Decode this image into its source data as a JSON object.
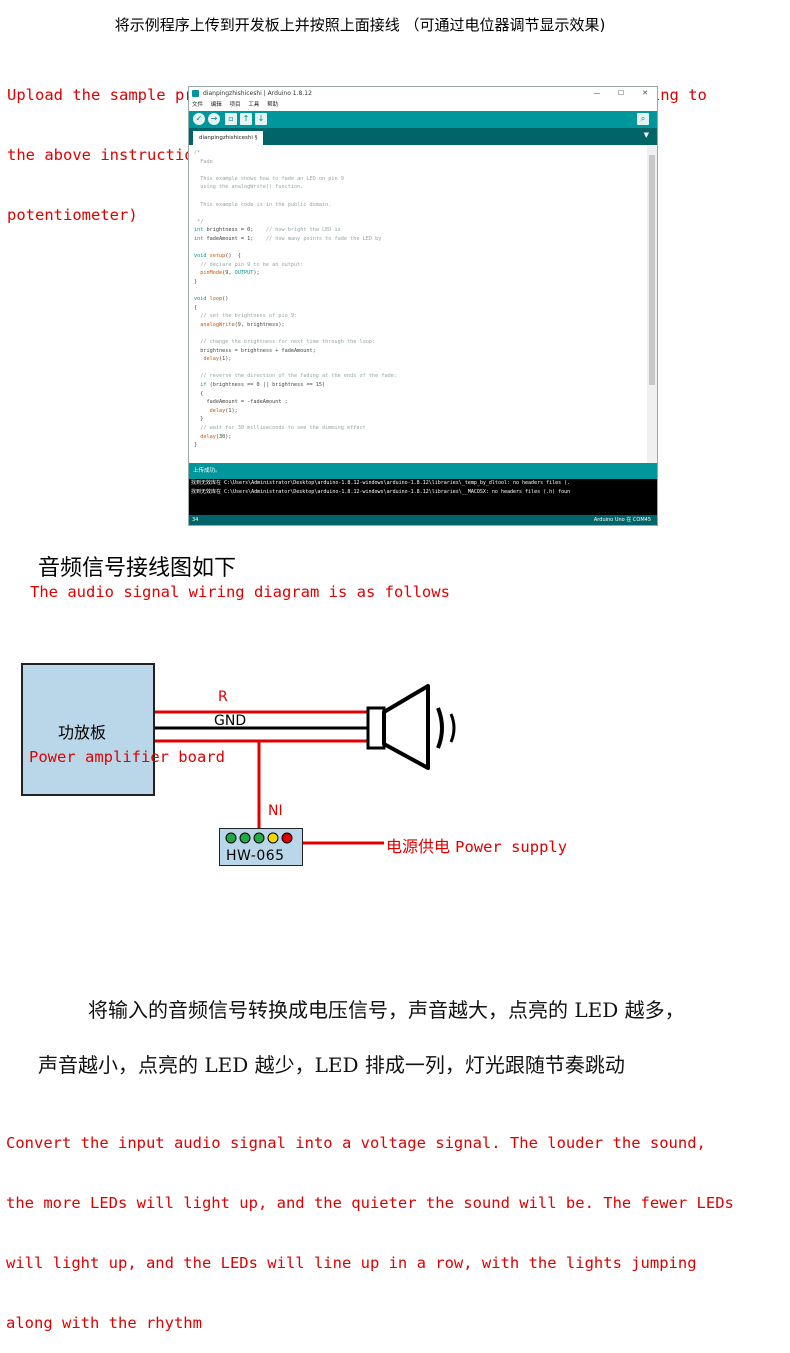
{
  "header": {
    "title_cn": "将示例程序上传到开发板上并按照上面接线 （可通过电位器调节显示效果)",
    "upload_en_lines": [
      "Upload the sample program to the development board and wire it according to",
      "the above instructions (the display effect can be adjusted through a",
      "potentiometer)"
    ]
  },
  "ide": {
    "window_title": "dianpingzhishiceshi | Arduino 1.8.12",
    "window_controls": [
      "—",
      "☐",
      "✕"
    ],
    "menu": [
      "文件",
      "编辑",
      "项目",
      "工具",
      "帮助"
    ],
    "toolbar": {
      "verify_icon": "check-icon",
      "upload_icon": "arrow-right-icon",
      "new_icon": "new-file-icon",
      "open_icon": "arrow-up-icon",
      "save_icon": "arrow-down-icon",
      "serial_icon": "magnifier-icon"
    },
    "tab_label": "dianpingzhishiceshi §",
    "code_lines": [
      [
        {
          "c": "cm",
          "t": "/*"
        }
      ],
      [
        {
          "c": "cm",
          "t": "  Fade"
        }
      ],
      [
        {
          "c": "cm",
          "t": ""
        }
      ],
      [
        {
          "c": "cm",
          "t": "  This example shows how to fade an LED on pin 9"
        }
      ],
      [
        {
          "c": "cm",
          "t": "  using the analogWrite() function."
        }
      ],
      [
        {
          "c": "cm",
          "t": ""
        }
      ],
      [
        {
          "c": "cm",
          "t": "  This example code is in the public domain."
        }
      ],
      [
        {
          "c": "cm",
          "t": ""
        }
      ],
      [
        {
          "c": "cm",
          "t": " */"
        }
      ],
      [
        {
          "c": "kw",
          "t": "int"
        },
        {
          "c": "",
          "t": " brightness = 0;    "
        },
        {
          "c": "cm",
          "t": "// how bright the LED is"
        }
      ],
      [
        {
          "c": "kw",
          "t": "int"
        },
        {
          "c": "",
          "t": " fadeAmount = 1;    "
        },
        {
          "c": "cm",
          "t": "// how many points to fade the LED by"
        }
      ],
      [
        {
          "c": "",
          "t": ""
        }
      ],
      [
        {
          "c": "kw",
          "t": "void"
        },
        {
          "c": "",
          "t": " "
        },
        {
          "c": "fn",
          "t": "setup"
        },
        {
          "c": "",
          "t": "()  {"
        }
      ],
      [
        {
          "c": "cm",
          "t": "  // declare pin 9 to be an output:"
        }
      ],
      [
        {
          "c": "",
          "t": "  "
        },
        {
          "c": "fn",
          "t": "pinMode"
        },
        {
          "c": "",
          "t": "(9, "
        },
        {
          "c": "kw",
          "t": "OUTPUT"
        },
        {
          "c": "",
          "t": ");"
        }
      ],
      [
        {
          "c": "",
          "t": "}"
        }
      ],
      [
        {
          "c": "",
          "t": ""
        }
      ],
      [
        {
          "c": "kw",
          "t": "void"
        },
        {
          "c": "",
          "t": " "
        },
        {
          "c": "fn",
          "t": "loop"
        },
        {
          "c": "",
          "t": "()"
        }
      ],
      [
        {
          "c": "",
          "t": "{"
        }
      ],
      [
        {
          "c": "cm",
          "t": "  // set the brightness of pin 9:"
        }
      ],
      [
        {
          "c": "",
          "t": "  "
        },
        {
          "c": "fn",
          "t": "analogWrite"
        },
        {
          "c": "",
          "t": "(9, brightness);"
        }
      ],
      [
        {
          "c": "",
          "t": ""
        }
      ],
      [
        {
          "c": "cm",
          "t": "  // change the brightness for next time through the loop:"
        }
      ],
      [
        {
          "c": "",
          "t": "  brightness = brightness + fadeAmount;"
        }
      ],
      [
        {
          "c": "",
          "t": "   "
        },
        {
          "c": "fn",
          "t": "delay"
        },
        {
          "c": "",
          "t": "(1);"
        }
      ],
      [
        {
          "c": "",
          "t": ""
        }
      ],
      [
        {
          "c": "cm",
          "t": "  // reverse the direction of the fading at the ends of the fade:"
        }
      ],
      [
        {
          "c": "",
          "t": "  "
        },
        {
          "c": "kw",
          "t": "if"
        },
        {
          "c": "",
          "t": " (brightness == 0 || brightness == 15)"
        }
      ],
      [
        {
          "c": "",
          "t": "  {"
        }
      ],
      [
        {
          "c": "",
          "t": "    fadeAmount = -fadeAmount ;"
        }
      ],
      [
        {
          "c": "",
          "t": "     "
        },
        {
          "c": "fn",
          "t": "delay"
        },
        {
          "c": "",
          "t": "(1);"
        }
      ],
      [
        {
          "c": "",
          "t": "  }"
        }
      ],
      [
        {
          "c": "cm",
          "t": "  // wait for 30 milliseconds to see the dimming effect"
        }
      ],
      [
        {
          "c": "",
          "t": "  "
        },
        {
          "c": "fn",
          "t": "delay"
        },
        {
          "c": "",
          "t": "(30);"
        }
      ],
      [
        {
          "c": "",
          "t": "}"
        }
      ]
    ],
    "status_text": "上传成功。",
    "console_lines": [
      "找到无效库在 C:\\Users\\Administrator\\Desktop\\arduino-1.8.12-windows\\arduino-1.8.12\\libraries\\_temp_by_dltool: no headers files (.",
      "找到无效库在 C:\\Users\\Administrator\\Desktop\\arduino-1.8.12-windows\\arduino-1.8.12\\libraries\\__MACOSX: no headers files (.h) foun"
    ],
    "footer_line": "34",
    "footer_board": "Arduino Uno 在 COM45",
    "colors": {
      "teal": "#00979c",
      "dark_teal": "#006468"
    }
  },
  "wiring": {
    "heading_cn": "音频信号接线图如下",
    "heading_en": "The audio signal wiring diagram is as follows",
    "amp_label_cn": "功放板",
    "amp_label_en": "Power amplifier board",
    "wire_r": "R",
    "wire_gnd": "GND",
    "wire_ni": "NI",
    "module_label": "HW-065",
    "power_cn": "电源供电",
    "power_en": "Power supply",
    "led_colors": [
      "#22a845",
      "#22a845",
      "#22a845",
      "#f2d700",
      "#e00000"
    ],
    "speaker_icon": "speaker-icon"
  },
  "description": {
    "cn_line1": "将输入的音频信号转换成电压信号，声音越大，点亮的 LED 越多，",
    "cn_line2": "声音越小，点亮的 LED 越少，LED 排成一列，灯光跟随节奏跳动",
    "en_lines": [
      "Convert the input audio signal into a voltage signal. The louder the sound,",
      "the more LEDs will light up, and the quieter the sound will be. The fewer LEDs",
      "will light up, and the LEDs will line up in a row, with the lights jumping",
      "along with the rhythm"
    ]
  },
  "accent_red": "#e00000"
}
